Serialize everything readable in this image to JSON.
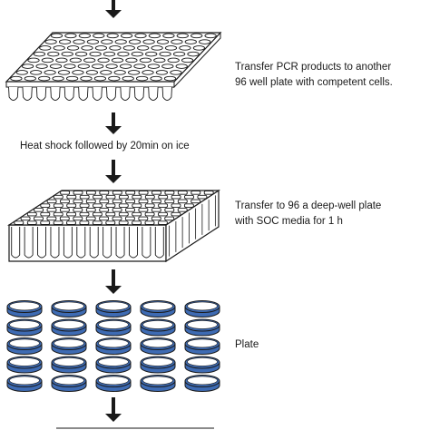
{
  "steps": [
    {
      "lines": [
        "Transfer  PCR products to another",
        "96 well plate with competent cells."
      ]
    },
    {
      "lines": [
        "Heat shock followed by 20min on ice"
      ]
    },
    {
      "lines": [
        "Transfer to 96 a deep-well plate",
        "with SOC media for 1 h"
      ]
    },
    {
      "lines": [
        "Plate"
      ]
    }
  ],
  "colors": {
    "ink": "#1a1a1a",
    "agar": "#3e6bb3",
    "dish_rim": "#ffffff"
  },
  "icons": [
    "down-arrow-icon",
    "pcr-plate-icon",
    "deep-well-plate-icon",
    "petri-dish-icon"
  ]
}
